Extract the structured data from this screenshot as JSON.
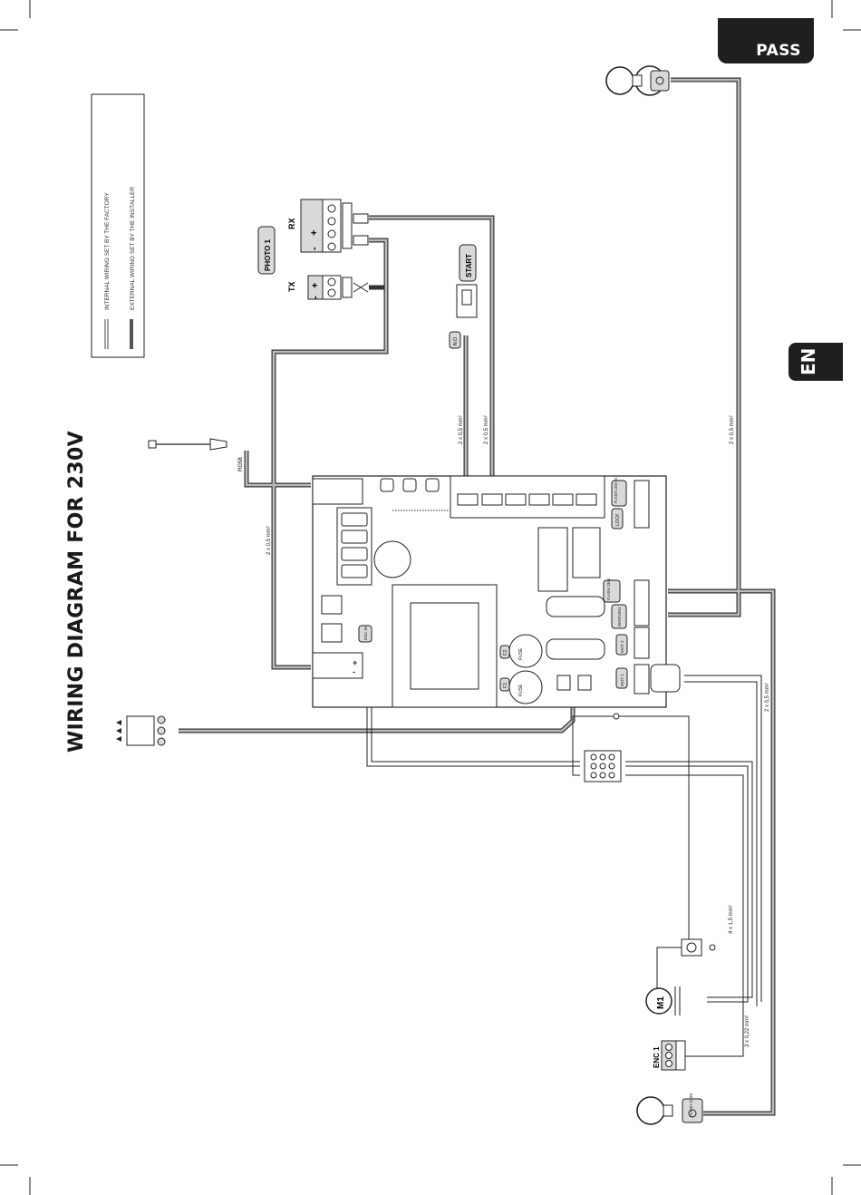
{
  "header": {
    "brand_tab": "PASS",
    "language_tab": "EN"
  },
  "title": "WIRING DIAGRAM FOR 230V",
  "legend": {
    "internal": "INTERNAL WIRING SET BY THE FACTORY",
    "external": "EXTERNAL WIRING SET BY THE INSTALLER"
  },
  "devices": {
    "photo": "PHOTO 1",
    "tx": "TX",
    "rx": "RX",
    "start": "START",
    "no_contact": "N.O.",
    "antenna": "RG58",
    "motor": "M1",
    "encoder": "ENC 1",
    "flash_lamp": "FLASH 230V"
  },
  "cables": {
    "c05": "2 x 0,5 mm²",
    "c15": "4 x 1,5 mm²",
    "c022": "3 x 0,22 mm²"
  },
  "board_labels": {
    "f1": "F1",
    "f2": "F2",
    "fuse": "FUSE",
    "enc": "ENC M1",
    "lock": "LOCK",
    "flash_led": "FLASH LED 24",
    "flash_230": "FLASH 230V",
    "warning": "WARNING",
    "mot2": "MOT 2",
    "mot1": "MOT 1",
    "plus": "+",
    "minus": "-"
  },
  "colors": {
    "dark": "#1f1f1f",
    "cable": "#8c8c8c",
    "panel": "#d9d9d9"
  }
}
